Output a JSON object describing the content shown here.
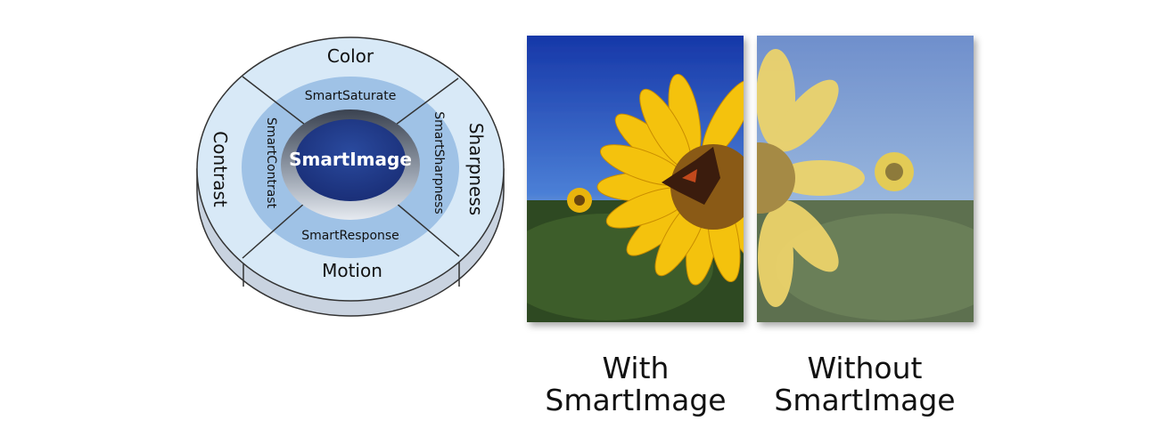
{
  "diagram": {
    "center_label": "SmartImage",
    "inner_ring": [
      "SmartSaturate",
      "SmartSharpness",
      "SmartResponse",
      "SmartContrast"
    ],
    "outer_ring": [
      "Color",
      "Sharpness",
      "Motion",
      "Contrast"
    ]
  },
  "comparison": {
    "with_caption_line1": "With",
    "with_caption_line2": "SmartImage",
    "without_caption_line1": "Without",
    "without_caption_line2": "SmartImage"
  },
  "colors": {
    "outer_ring": "#d8e9f7",
    "middle_ring": "#9fc2e6",
    "center": "#1f3b8a"
  }
}
